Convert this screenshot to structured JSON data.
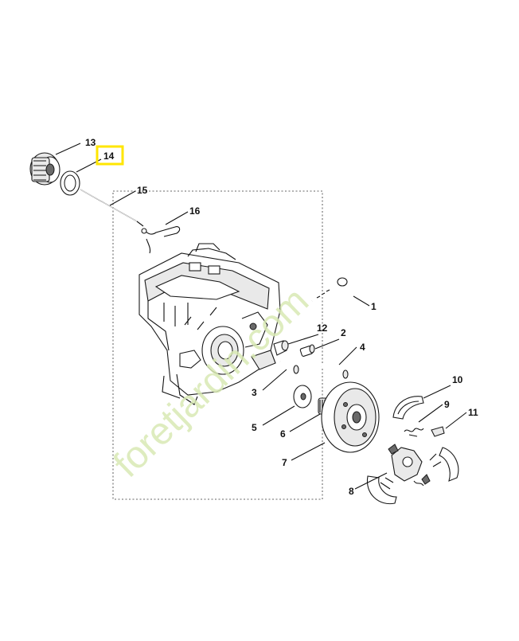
{
  "diagram": {
    "callouts": [
      {
        "id": "1",
        "label": "1"
      },
      {
        "id": "2",
        "label": "2"
      },
      {
        "id": "3",
        "label": "3"
      },
      {
        "id": "4",
        "label": "4"
      },
      {
        "id": "5",
        "label": "5"
      },
      {
        "id": "6",
        "label": "6"
      },
      {
        "id": "7",
        "label": "7"
      },
      {
        "id": "8",
        "label": "8"
      },
      {
        "id": "9",
        "label": "9"
      },
      {
        "id": "10",
        "label": "10"
      },
      {
        "id": "11",
        "label": "11"
      },
      {
        "id": "12",
        "label": "12"
      },
      {
        "id": "13",
        "label": "13"
      },
      {
        "id": "14",
        "label": "14",
        "highlighted": true
      },
      {
        "id": "15",
        "label": "15"
      },
      {
        "id": "16",
        "label": "16"
      }
    ],
    "highlight_color": "#ffe600"
  },
  "watermark": {
    "text": "foretjardin.com",
    "color": "#d8e9b4"
  }
}
